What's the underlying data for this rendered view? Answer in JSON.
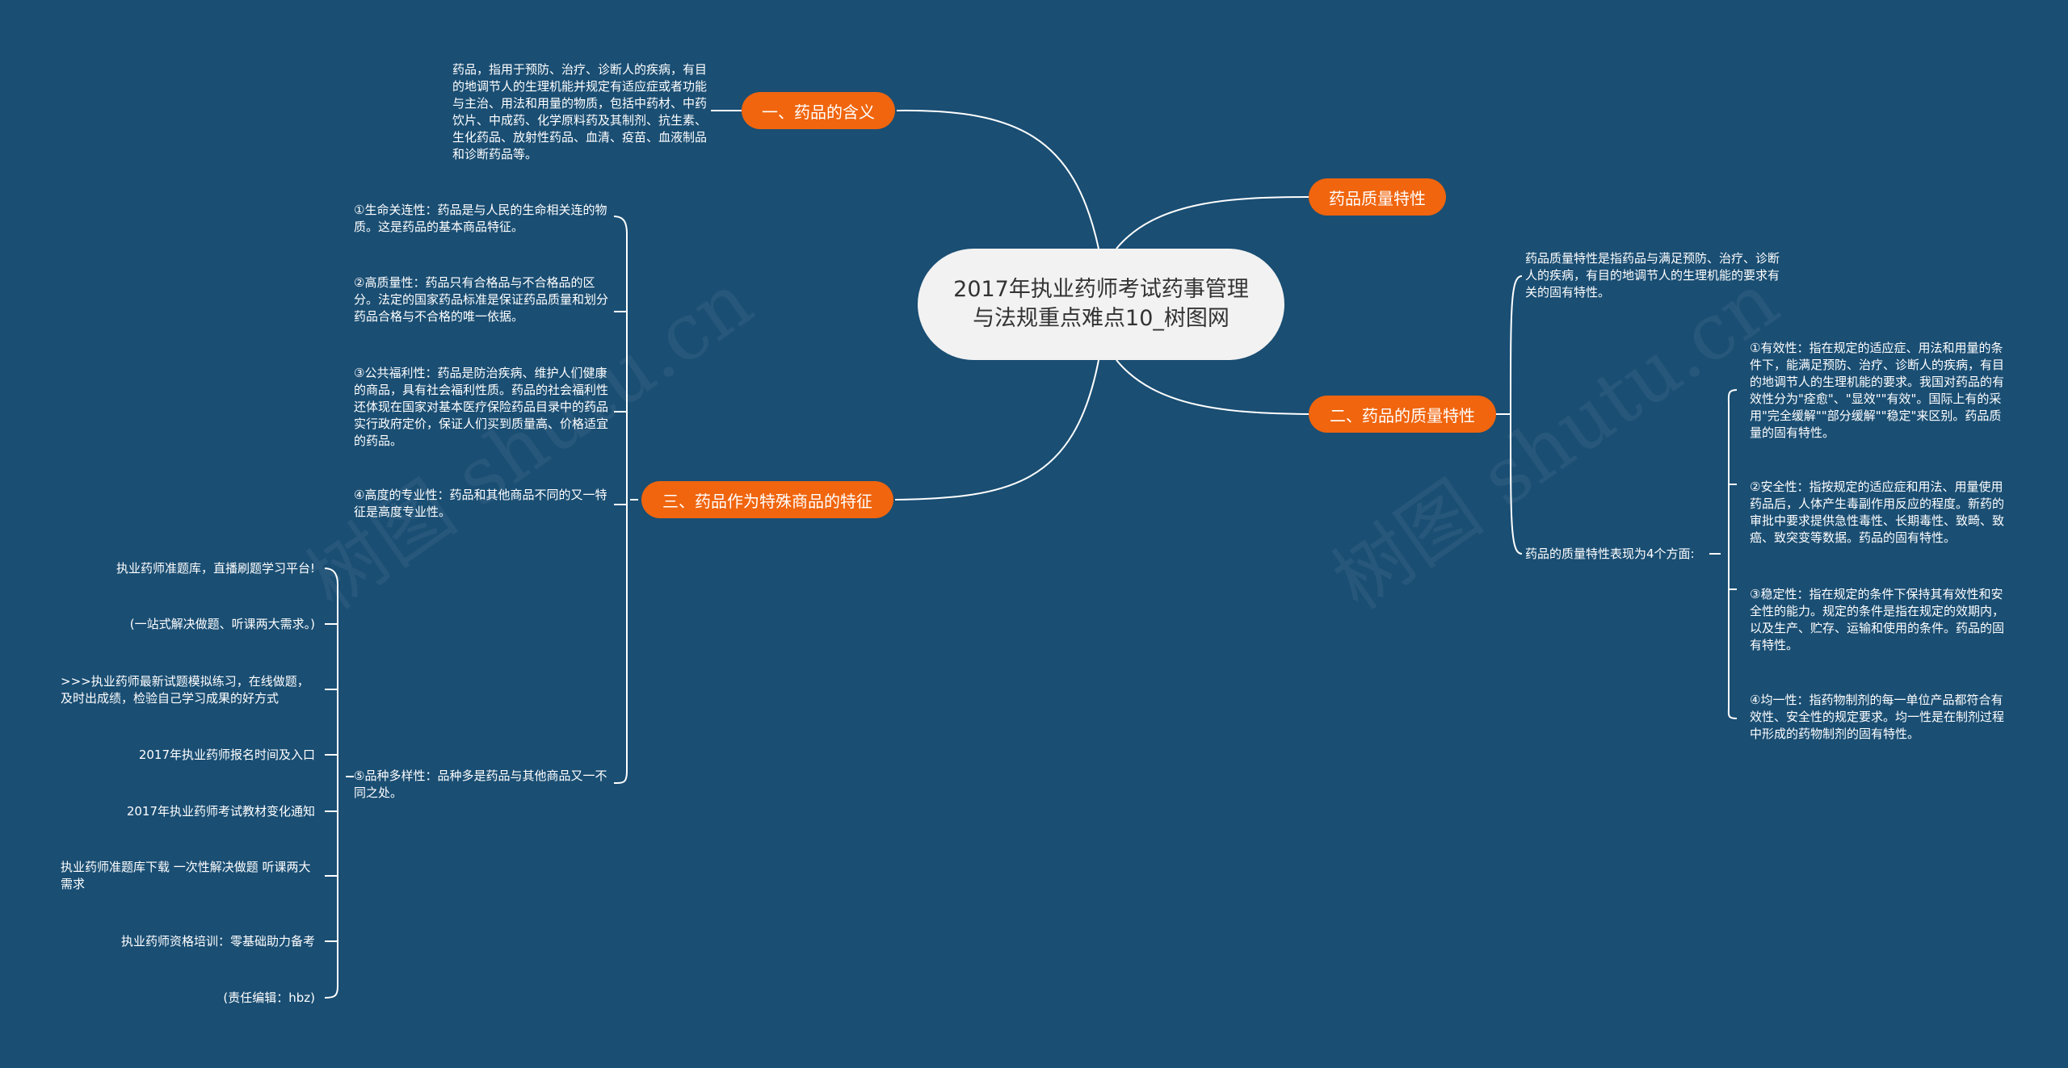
{
  "center": {
    "title": "2017年执业药师考试药事管理与法规重点难点10_树图网"
  },
  "branches": {
    "b1": {
      "label": "一、药品的含义",
      "note": "药品，指用于预防、治疗、诊断人的疾病，有目的地调节人的生理机能并规定有适应症或者功能与主治、用法和用量的物质，包括中药材、中药饮片、中成药、化学原料药及其制剂、抗生素、生化药品、放射性药品、血清、疫苗、血液制品和诊断药品等。"
    },
    "b2": {
      "label": "药品质量特性"
    },
    "b3": {
      "label": "二、药品的质量特性",
      "def": "药品质量特性是指药品与满足预防、治疗、诊断人的疾病，有目的地调节人的生理机能的要求有关的固有特性。",
      "aspects_label": "药品的质量特性表现为4个方面:",
      "aspects": [
        "①有效性：指在规定的适应症、用法和用量的条件下，能满足预防、治疗、诊断人的疾病，有目的地调节人的生理机能的要求。我国对药品的有效性分为\"痊愈\"、\"显效\"\"有效\"。国际上有的采用\"完全缓解\"\"部分缓解\"\"稳定\"来区别。药品质量的固有特性。",
        "②安全性：指按规定的适应症和用法、用量使用药品后，人体产生毒副作用反应的程度。新药的审批中要求提供急性毒性、长期毒性、致畸、致癌、致突变等数据。药品的固有特性。",
        "③稳定性：指在规定的条件下保持其有效性和安全性的能力。规定的条件是指在规定的效期内，以及生产、贮存、运输和使用的条件。药品的固有特性。",
        "④均一性：指药物制剂的每一单位产品都符合有效性、安全性的规定要求。均一性是在制剂过程中形成的药物制剂的固有特性。"
      ]
    },
    "b4": {
      "label": "三、药品作为特殊商品的特征",
      "items": [
        "①生命关连性：药品是与人民的生命相关连的物质。这是药品的基本商品特征。",
        "②高质量性：药品只有合格品与不合格品的区分。法定的国家药品标准是保证药品质量和划分药品合格与不合格的唯一依据。",
        "③公共福利性：药品是防治疾病、维护人们健康的商品，具有社会福利性质。药品的社会福利性还体现在国家对基本医疗保险药品目录中的药品实行政府定价，保证人们买到质量高、价格适宜的药品。",
        "④高度的专业性：药品和其他商品不同的又一特征是高度专业性。",
        "⑤品种多样性：品种多是药品与其他商品又一不同之处。"
      ],
      "sub": [
        "执业药师准题库，直播刷题学习平台!",
        "(一站式解决做题、听课两大需求。)",
        ">>>执业药师最新试题模拟练习，在线做题，及时出成绩，检验自己学习成果的好方式",
        "2017年执业药师报名时间及入口",
        "2017年执业药师考试教材变化通知",
        "执业药师准题库下载 一次性解决做题 听课两大需求",
        "执业药师资格培训：零基础助力备考",
        "(责任编辑：hbz)"
      ]
    }
  },
  "watermark": "树图 shutu.cn",
  "colors": {
    "background": "#1a4e73",
    "accent": "#f0650e",
    "center": "#f2f2f2",
    "line": "#ffffff"
  }
}
